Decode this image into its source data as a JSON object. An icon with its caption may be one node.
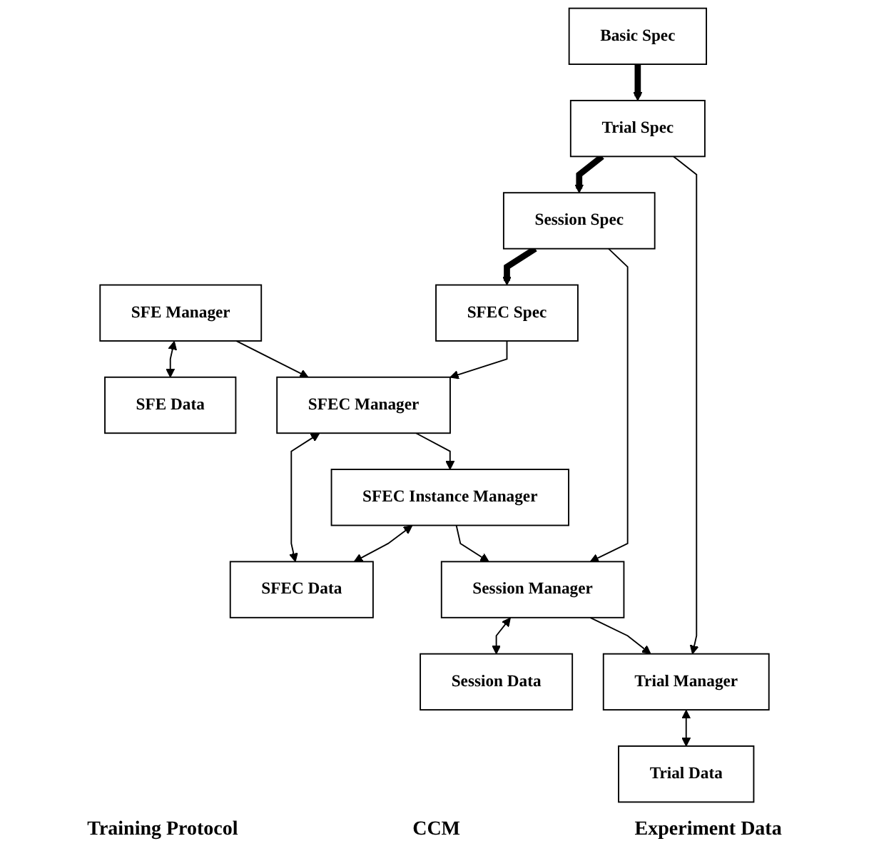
{
  "diagram": {
    "nodes": [
      {
        "text": [
          "SFE Manager"
        ]
      },
      {
        "text": [
          "SFE Data"
        ]
      },
      {
        "text": [
          "SFEC Spec"
        ]
      },
      {
        "text": [
          "SFEC Manager"
        ]
      },
      {
        "text": [
          "SFEC Data"
        ]
      },
      {
        "text": [
          "SFEC Instance Manager"
        ]
      },
      {
        "text": [
          "Session Spec"
        ]
      },
      {
        "text": [
          "Session Manager"
        ]
      },
      {
        "text": [
          "Session Data"
        ]
      },
      {
        "text": [
          "Trial Spec"
        ]
      },
      {
        "text": [
          "Trial Manager"
        ]
      },
      {
        "text": [
          "Trial Data"
        ]
      },
      {
        "text": [
          "Basic Spec"
        ]
      }
    ],
    "edges": [
      {
        "from": 0,
        "to": 1,
        "arrow": "both"
      },
      {
        "from": 0,
        "to": 3,
        "arrow": "to"
      },
      {
        "from": 2,
        "to": 3,
        "arrow": "to"
      },
      {
        "from": 3,
        "to": 4,
        "arrow": "both"
      },
      {
        "from": 3,
        "to": 5,
        "arrow": "to"
      },
      {
        "from": 5,
        "to": 4,
        "arrow": "both"
      },
      {
        "from": 5,
        "to": 7,
        "arrow": "to"
      },
      {
        "from": 6,
        "to": 7,
        "arrow": "to"
      },
      {
        "from": 7,
        "to": 8,
        "arrow": "both"
      },
      {
        "from": 7,
        "to": 10,
        "arrow": "to"
      },
      {
        "from": 9,
        "to": 10,
        "arrow": "to"
      },
      {
        "from": 10,
        "to": 11,
        "arrow": "both"
      },
      {
        "from": 12,
        "to": 9,
        "arrow": "to",
        "style": "thick"
      },
      {
        "from": 9,
        "to": 6,
        "arrow": "to",
        "style": "thick"
      },
      {
        "from": 6,
        "to": 2,
        "arrow": "to",
        "style": "thick"
      }
    ],
    "labels": [
      "Training Protocol",
      "CCM",
      "Experiment Data"
    ]
  }
}
